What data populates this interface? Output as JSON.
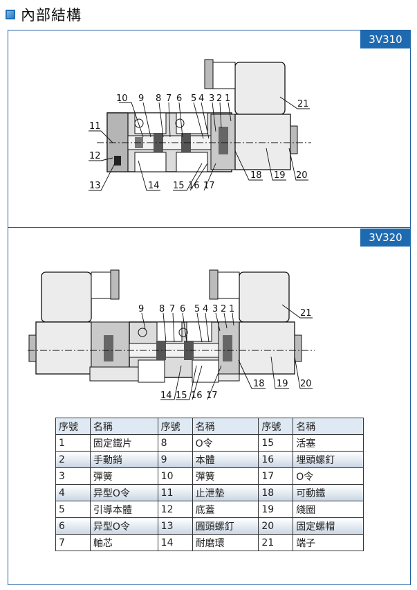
{
  "header": {
    "title": "內部結構"
  },
  "sections": [
    {
      "model": "3V310",
      "labels": [
        "10",
        "9",
        "8",
        "7",
        "6",
        "5",
        "4",
        "3",
        "2",
        "1",
        "11",
        "12",
        "13",
        "14",
        "15",
        "16",
        "17",
        "18",
        "19",
        "20",
        "21"
      ]
    },
    {
      "model": "3V320",
      "labels": [
        "9",
        "8",
        "7",
        "6",
        "5",
        "4",
        "3",
        "2",
        "1",
        "14",
        "15",
        "16",
        "17",
        "18",
        "19",
        "20",
        "21"
      ]
    }
  ],
  "table": {
    "headers": [
      "序號",
      "名稱",
      "序號",
      "名稱",
      "序號",
      "名稱"
    ],
    "rows": [
      [
        "1",
        "固定鐵片",
        "8",
        "O令",
        "15",
        "活塞"
      ],
      [
        "2",
        "手動銷",
        "9",
        "本體",
        "16",
        "埋頭螺釘"
      ],
      [
        "3",
        "彈簧",
        "10",
        "彈簧",
        "17",
        "O令"
      ],
      [
        "4",
        "异型O令",
        "11",
        "止泄墊",
        "18",
        "可動鐵"
      ],
      [
        "5",
        "引導本體",
        "12",
        "底蓋",
        "19",
        "綫圈"
      ],
      [
        "6",
        "异型O令",
        "13",
        "圓頭螺釘",
        "20",
        "固定螺帽"
      ],
      [
        "7",
        "軸芯",
        "14",
        "耐磨環",
        "21",
        "端子"
      ]
    ]
  }
}
